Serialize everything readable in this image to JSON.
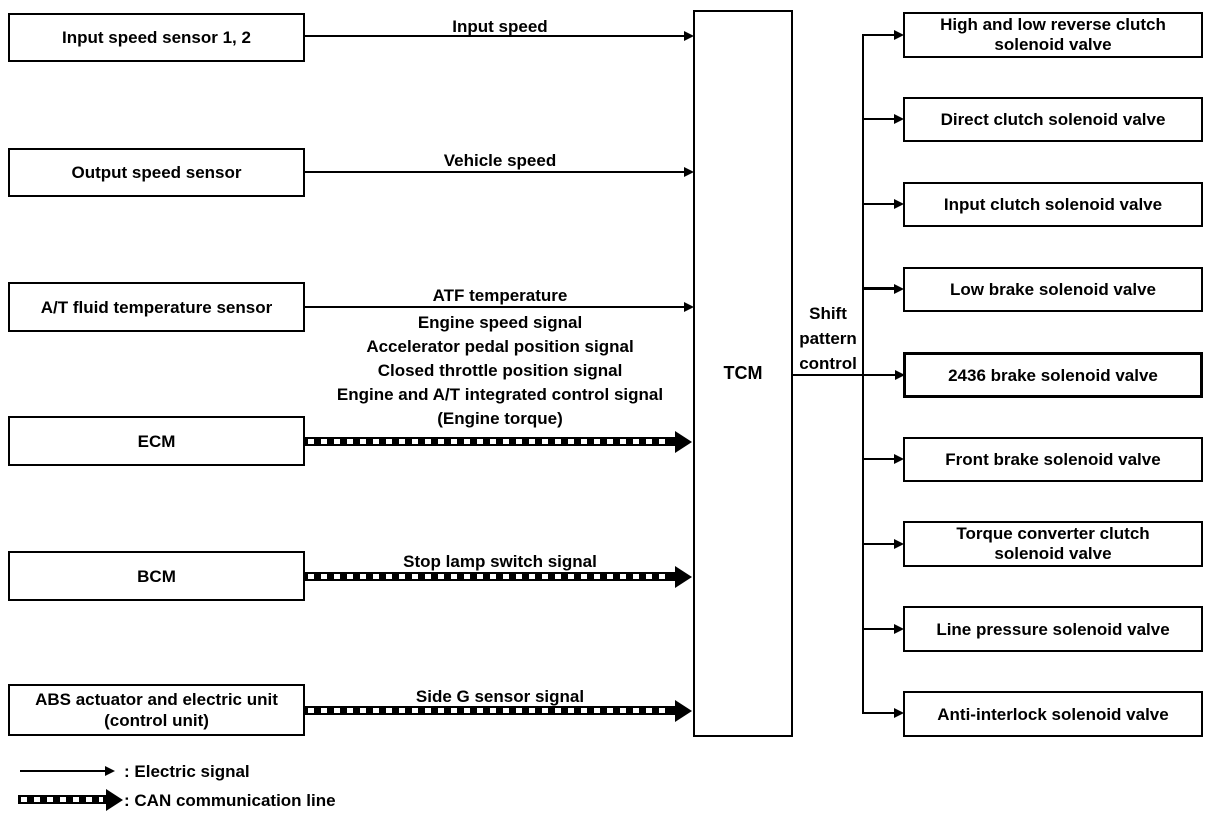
{
  "diagram": {
    "background": "#ffffff",
    "line_color": "#000000",
    "tcm": {
      "label": "TCM"
    },
    "shift_pattern": {
      "label": "Shift\npattern\ncontrol"
    },
    "inputs": [
      {
        "box": "Input speed sensor 1, 2",
        "signal": "Input speed",
        "line": "electric"
      },
      {
        "box": "Output speed sensor",
        "signal": "Vehicle speed",
        "line": "electric"
      },
      {
        "box": "A/T fluid temperature sensor",
        "signal": "ATF temperature",
        "line": "electric"
      },
      {
        "box": "ECM",
        "signal": "Engine speed signal\nAccelerator pedal position signal\nClosed throttle position signal\nEngine and A/T integrated control signal\n(Engine torque)",
        "line": "can"
      },
      {
        "box": "BCM",
        "signal": "Stop lamp switch signal",
        "line": "can"
      },
      {
        "box": "ABS actuator and electric unit\n(control unit)",
        "signal": "Side G sensor signal",
        "line": "can"
      }
    ],
    "outputs": [
      {
        "box": "High and low reverse clutch\nsolenoid valve"
      },
      {
        "box": "Direct clutch solenoid valve"
      },
      {
        "box": "Input clutch solenoid valve"
      },
      {
        "box": "Low brake solenoid valve"
      },
      {
        "box": "2436 brake solenoid valve"
      },
      {
        "box": "Front brake solenoid valve"
      },
      {
        "box": "Torque converter clutch\nsolenoid valve"
      },
      {
        "box": "Line pressure solenoid valve"
      },
      {
        "box": "Anti-interlock solenoid valve"
      }
    ],
    "legend": [
      {
        "symbol": "electric-arrow",
        "label": ": Electric signal"
      },
      {
        "symbol": "can-arrow",
        "label": ": CAN communication line"
      }
    ]
  }
}
